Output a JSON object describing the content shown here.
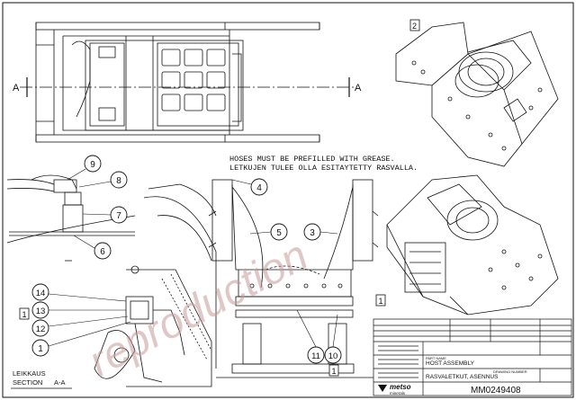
{
  "section_labels": {
    "left": "A",
    "right": "A"
  },
  "note": {
    "line1": "HOSES MUST BE PREFILLED WITH GREASE.",
    "line2": "LETKUJEN TULEE OLLA ESITAYTETTY RASVALLA."
  },
  "section_caption": {
    "line1": "LEIKKAUS",
    "line2": "SECTION",
    "suffix": "A-A"
  },
  "iso_views": [
    {
      "label": "2"
    },
    {
      "label": "1"
    }
  ],
  "balloons": [
    {
      "label": "9"
    },
    {
      "label": "8"
    },
    {
      "label": "7"
    },
    {
      "label": "6"
    },
    {
      "label": "4"
    },
    {
      "label": "5"
    },
    {
      "label": "3"
    },
    {
      "label": "14"
    },
    {
      "label": "13"
    },
    {
      "label": "12"
    },
    {
      "label": "1"
    },
    {
      "label": "11"
    },
    {
      "label": "10"
    }
  ],
  "view_markers": [
    {
      "label": "1"
    },
    {
      "label": "1"
    }
  ],
  "title_block": {
    "part_name_label": "PART NAME",
    "title_en": "HOST ASSEMBLY",
    "title_fi": "RASVALETKUT, ASENNUS",
    "drawing_number_label": "DRAWING NUMBER",
    "drawing_number": "MM0249408",
    "company": "metso",
    "company_sub": "minerals"
  },
  "watermark": "reproduction"
}
